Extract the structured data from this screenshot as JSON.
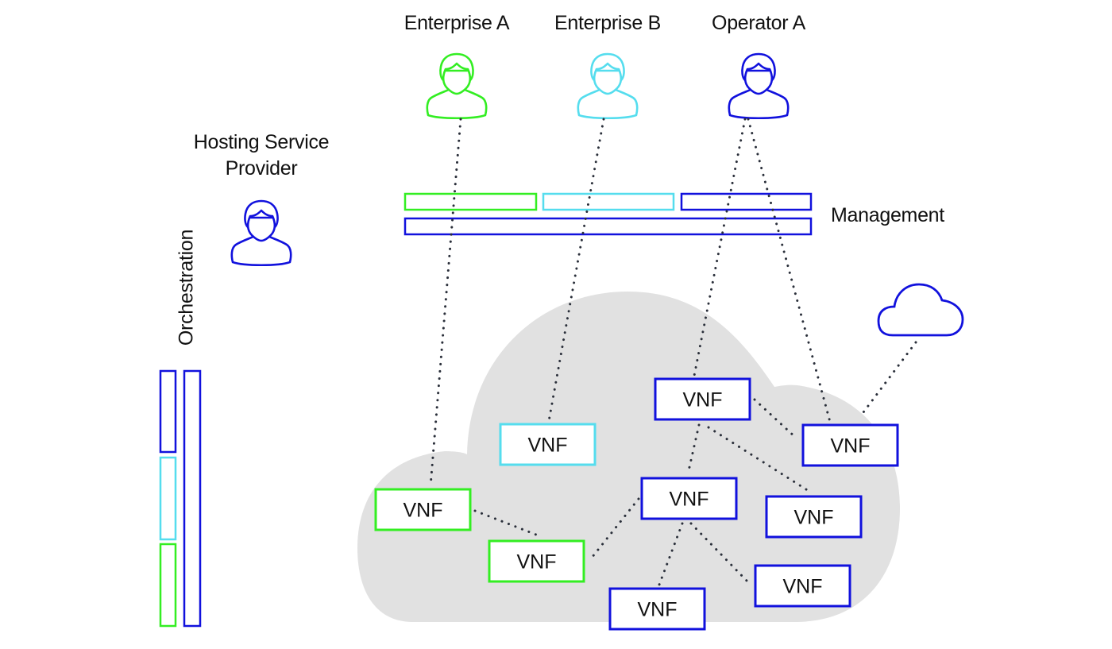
{
  "colors": {
    "enterprise_a": "#33ee22",
    "enterprise_b": "#55ddee",
    "operator": "#1111dd",
    "cloud_fill": "#e1e1e1",
    "connector": "#2a2f3a"
  },
  "actors": [
    {
      "id": "enterprise-a",
      "label": "Enterprise A",
      "color_key": "enterprise_a",
      "icon": "person-icon"
    },
    {
      "id": "enterprise-b",
      "label": "Enterprise B",
      "color_key": "enterprise_b",
      "icon": "person-icon"
    },
    {
      "id": "operator-a",
      "label": "Operator A",
      "color_key": "operator",
      "icon": "person-icon"
    }
  ],
  "hosting_provider": {
    "label_line1": "Hosting Service",
    "label_line2": "Provider",
    "color_key": "operator",
    "icon": "person-icon"
  },
  "management": {
    "label": "Management",
    "bars": [
      {
        "owner": "enterprise-a",
        "color_key": "enterprise_a"
      },
      {
        "owner": "enterprise-b",
        "color_key": "enterprise_b"
      },
      {
        "owner": "operator-a",
        "color_key": "operator"
      },
      {
        "owner": "hosting-provider",
        "color_key": "operator"
      }
    ]
  },
  "orchestration": {
    "label": "Orchestration",
    "segments": [
      {
        "owner": "operator-a",
        "color_key": "operator"
      },
      {
        "owner": "enterprise-b",
        "color_key": "enterprise_b"
      },
      {
        "owner": "enterprise-a",
        "color_key": "enterprise_a"
      }
    ],
    "full_bar": {
      "owner": "hosting-provider",
      "color_key": "operator"
    }
  },
  "external_cloud": {
    "icon": "cloud-icon",
    "color_key": "operator"
  },
  "vnfs": [
    {
      "id": "vnf-a1",
      "label": "VNF",
      "color_key": "enterprise_a"
    },
    {
      "id": "vnf-a2",
      "label": "VNF",
      "color_key": "enterprise_a"
    },
    {
      "id": "vnf-b1",
      "label": "VNF",
      "color_key": "enterprise_b"
    },
    {
      "id": "vnf-o1",
      "label": "VNF",
      "color_key": "operator"
    },
    {
      "id": "vnf-o2",
      "label": "VNF",
      "color_key": "operator"
    },
    {
      "id": "vnf-o3",
      "label": "VNF",
      "color_key": "operator"
    },
    {
      "id": "vnf-o4",
      "label": "VNF",
      "color_key": "operator"
    },
    {
      "id": "vnf-o5",
      "label": "VNF",
      "color_key": "operator"
    },
    {
      "id": "vnf-o6",
      "label": "VNF",
      "color_key": "operator"
    }
  ],
  "connections": [
    {
      "from": "enterprise-a",
      "to": "vnf-a1"
    },
    {
      "from": "vnf-a1",
      "to": "vnf-a2"
    },
    {
      "from": "enterprise-b",
      "to": "vnf-b1"
    },
    {
      "from": "operator-a",
      "to": "vnf-o1"
    },
    {
      "from": "operator-a",
      "to": "vnf-o2"
    },
    {
      "from": "vnf-o1",
      "to": "vnf-o2"
    },
    {
      "from": "vnf-o1",
      "to": "vnf-o3"
    },
    {
      "from": "vnf-o1",
      "to": "vnf-o4"
    },
    {
      "from": "vnf-o3",
      "to": "vnf-a2"
    },
    {
      "from": "vnf-o3",
      "to": "vnf-o5"
    },
    {
      "from": "vnf-o3",
      "to": "vnf-o6"
    },
    {
      "from": "vnf-o2",
      "to": "external-cloud"
    }
  ]
}
